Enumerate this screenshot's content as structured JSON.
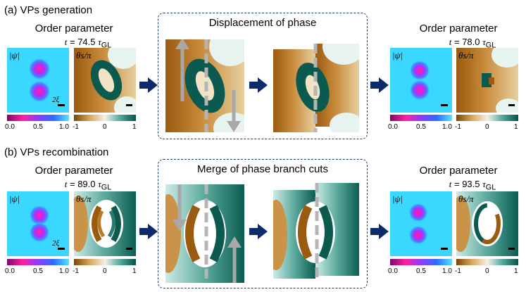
{
  "rows": [
    {
      "panel_label": "(a)  VPs generation",
      "left": {
        "title": "Order parameter",
        "time_prefix": "t",
        "time_value": " = 74.5 ",
        "time_unit": "τ",
        "time_sub": "GL"
      },
      "box_title": "Displacement of phase",
      "right": {
        "title": "Order parameter",
        "time_prefix": "t",
        "time_value": " = 78.0 ",
        "time_unit": "τ",
        "time_sub": "GL"
      }
    },
    {
      "panel_label": "(b)  VPs recombination",
      "left": {
        "title": "Order parameter",
        "time_prefix": "t",
        "time_value": " = 89.0 ",
        "time_unit": "τ",
        "time_sub": "GL"
      },
      "box_title": "Merge of phase branch cuts",
      "right": {
        "title": "Order parameter",
        "time_prefix": "t",
        "time_value": " = 93.5 ",
        "time_unit": "τ",
        "time_sub": "GL"
      }
    }
  ],
  "labels": {
    "psi": "|ψ|",
    "theta": "θs/π",
    "scale": "2ξ"
  },
  "colorbars": {
    "psi_ticks": [
      "0.0",
      "0.5",
      "1.0"
    ],
    "theta_ticks": [
      "-1",
      "0",
      "1"
    ]
  },
  "colors": {
    "psi_low": "#ff1ea0",
    "psi_mid": "#7a2cff",
    "psi_high": "#35dcff",
    "theta_neg": "#9a5a10",
    "theta_zero": "#f4efe6",
    "theta_pos": "#0a5a50",
    "arrow": "#0d2a6b",
    "dash": "#1f3a6e"
  }
}
